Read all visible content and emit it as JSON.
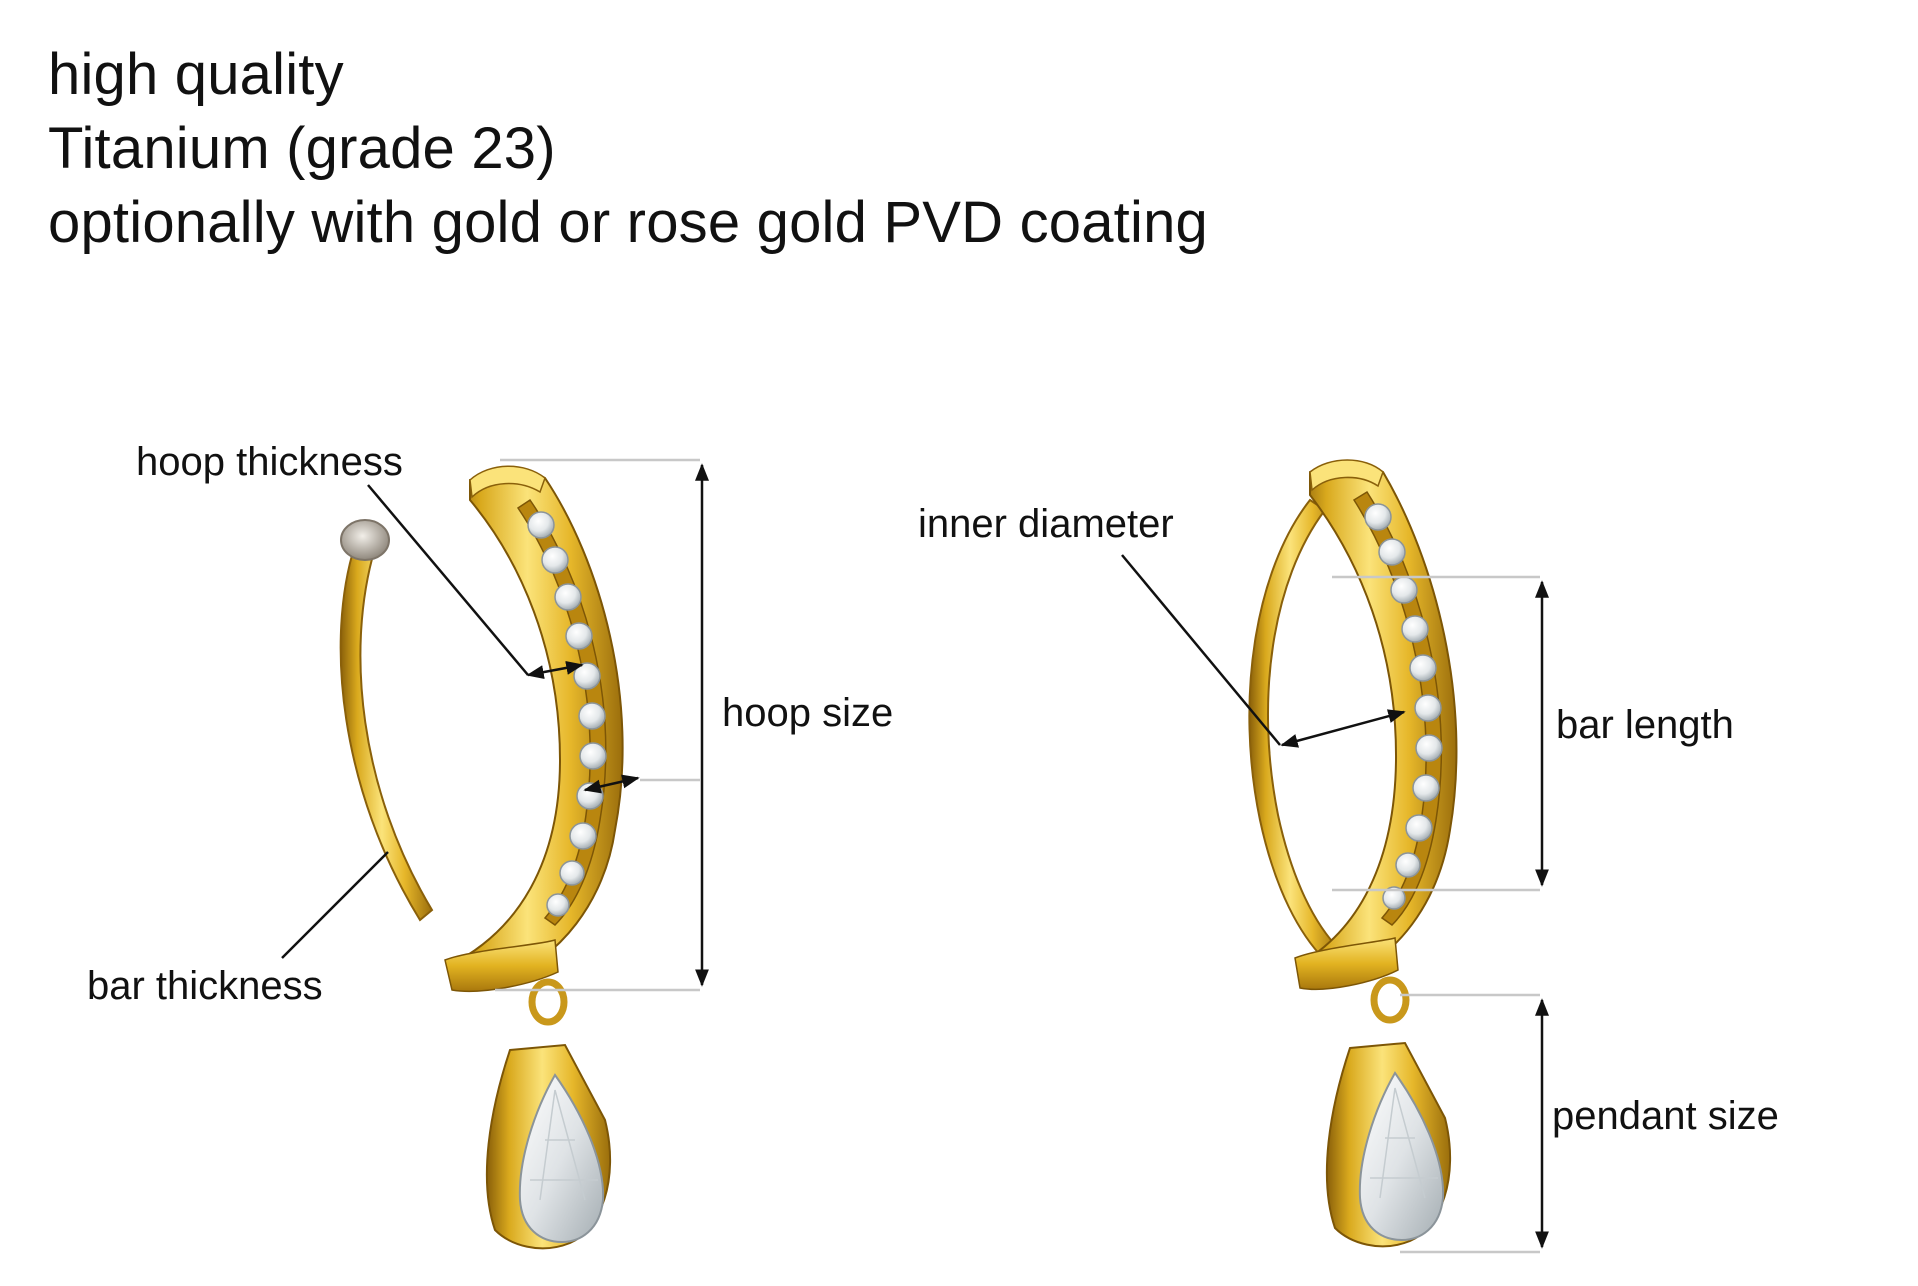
{
  "header": {
    "lines": [
      "high quality",
      "Titanium (grade 23)",
      "optionally with gold or rose gold PVD coating"
    ]
  },
  "left_diagram": {
    "labels": {
      "hoop_thickness": "hoop thickness",
      "hoop_size": "hoop size",
      "bar_thickness": "bar thickness"
    }
  },
  "right_diagram": {
    "labels": {
      "inner_diameter": "inner diameter",
      "bar_length": "bar length",
      "pendant_size": "pendant size"
    }
  },
  "colors": {
    "gold_light": "#f7dc6a",
    "gold_mid": "#e2b321",
    "gold_dark": "#a9780d",
    "gold_shadow": "#7d5606",
    "crystal": "#eef2f4",
    "crystal_edge": "#9aa4aa",
    "dimension_line": "#111111",
    "guide_line": "#c8c8c8",
    "ball_end": "#c9c4bc"
  }
}
